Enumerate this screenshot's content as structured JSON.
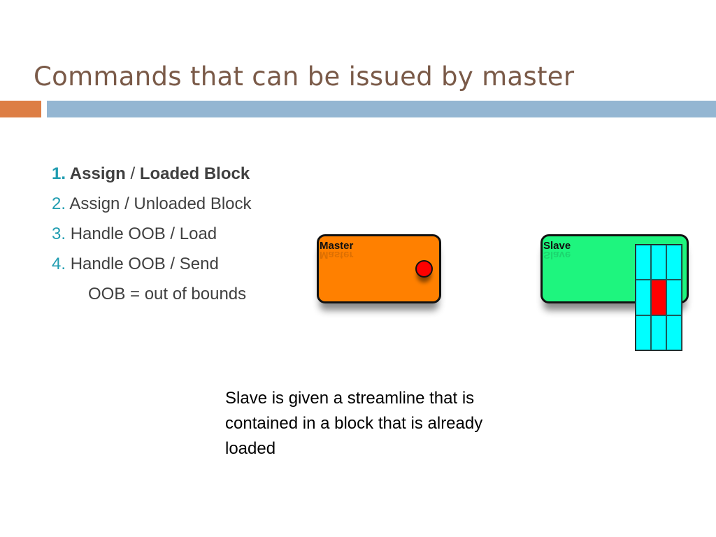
{
  "slide": {
    "title": "Commands that can be issued by master",
    "accent_color": "#dd7e45",
    "bar_color": "#94b6d2"
  },
  "commands": [
    {
      "num": "1.",
      "first": "Assign",
      "sep": " / ",
      "rest": "Loaded Block",
      "highlighted": true
    },
    {
      "num": "2.",
      "text": "Assign / Unloaded Block"
    },
    {
      "num": "3.",
      "text": "Handle OOB / Load"
    },
    {
      "num": "4.",
      "text": "Handle OOB / Send"
    }
  ],
  "note": "OOB = out of bounds",
  "diagram": {
    "master": {
      "label": "Master",
      "color": "#ff8000",
      "point_color": "#ff0000"
    },
    "slave": {
      "label": "Slave",
      "color": "#1ef57e"
    },
    "block_grid": {
      "rows": 3,
      "cols": 3,
      "active_cell": [
        1,
        1
      ],
      "cell_color": "#00ffff",
      "active_color": "#ff0000"
    }
  },
  "caption": "Slave is given a streamline that is contained in a block that is already loaded"
}
